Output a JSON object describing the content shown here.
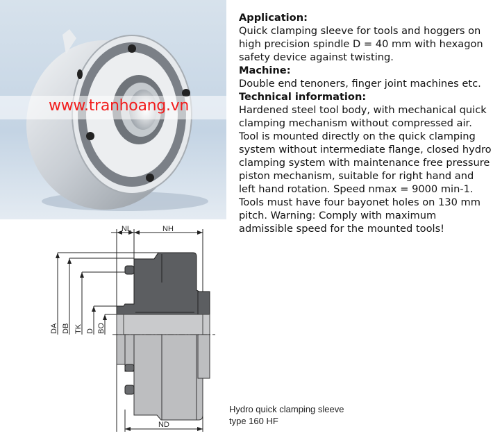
{
  "watermark": "www.tranhoang.vn",
  "info": {
    "application_heading": "Application:",
    "application_text": "Quick clamping sleeve for tools and hoggers on high precision spindle D = 40 mm with hexagon safety device against twisting.",
    "machine_heading": "Machine:",
    "machine_text": "Double end tenoners, finger joint machines etc.",
    "technical_heading": "Technical information:",
    "technical_text": "Hardened steel tool body, with mechanical quick clamping mechanism without compressed air. Tool is mounted directly on the quick clamping system without intermediate flange, closed hydro clamping system with maintenance free pressure piston mechanism, suitable for right hand and left hand rotation. Speed nmax = 9000 min-1. Tools must have four bayonet holes on 130 mm pitch. Warning: Comply with maximum admissible speed for the mounted tools!"
  },
  "diagram": {
    "labels": {
      "nl": "NL",
      "nh": "NH",
      "nd": "ND",
      "da": "DA",
      "db": "DB",
      "tk": "TK",
      "d": "D",
      "bo": "BO"
    }
  },
  "caption": {
    "line1": "Hydro quick clamping sleeve",
    "line2": "type 160 HF"
  }
}
